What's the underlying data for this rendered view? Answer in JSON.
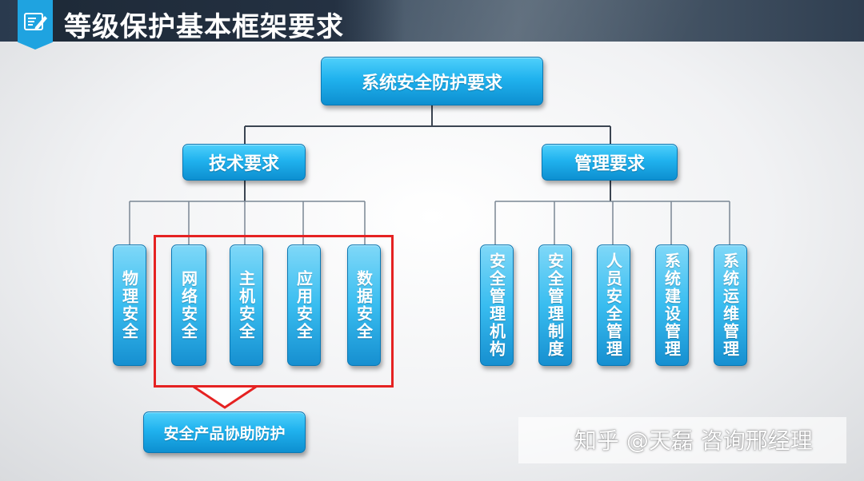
{
  "page_title": "等级保护基本框架要求",
  "root": "系统安全防护要求",
  "tech": {
    "label": "技术要求",
    "items": [
      "物理安全",
      "网络安全",
      "主机安全",
      "应用安全",
      "数据安全"
    ]
  },
  "mgmt": {
    "label": "管理要求",
    "items": [
      "安全管理机构",
      "安全管理制度",
      "人员安全管理",
      "系统建设管理",
      "系统运维管理"
    ]
  },
  "callout": "安全产品协助防护",
  "watermark": "知乎 @天磊 咨询邢经理",
  "colors": {
    "box": "#1fa3e0",
    "highlight": "#e52222",
    "header": "#2f3e50"
  }
}
